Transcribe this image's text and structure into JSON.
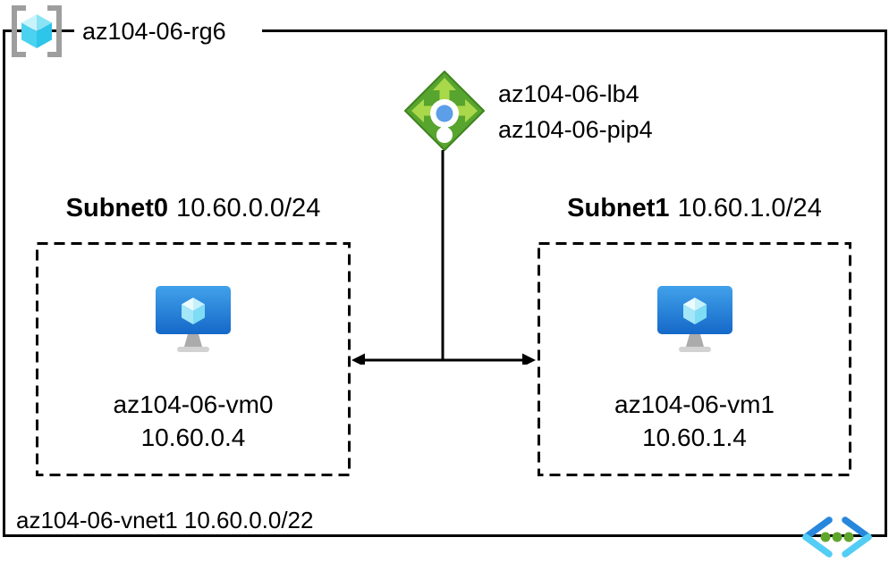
{
  "resource_group": {
    "label": "az104-06-rg6"
  },
  "load_balancer": {
    "name": "az104-06-lb4",
    "public_ip": "az104-06-pip4"
  },
  "virtual_network": {
    "label": "az104-06-vnet1 10.60.0.0/22"
  },
  "subnets": [
    {
      "name": "Subnet0",
      "cidr": "10.60.0.0/24",
      "vm_name": "az104-06-vm0",
      "vm_ip": "10.60.0.4"
    },
    {
      "name": "Subnet1",
      "cidr": "10.60.1.0/24",
      "vm_name": "az104-06-vm1",
      "vm_ip": "10.60.1.4"
    }
  ],
  "icons": {
    "resource_group": "resource-group-icon",
    "load_balancer": "load-balancer-icon",
    "virtual_machine": "virtual-machine-icon",
    "virtual_network": "virtual-network-icon"
  },
  "colors": {
    "ink": "#000000",
    "rg_bracket_gray": "#9E9E9E",
    "cube_light": "#C9F3FB",
    "cube_mid": "#89E3F4",
    "cube_deep": "#4AD2F0",
    "cube_deeper": "#2EC5EB",
    "lb_green": "#57A42E",
    "lb_green_dark": "#3F831F",
    "lb_arrow": "#A9D94B",
    "lb_dot_blue": "#5C9EE7",
    "vm_blue_top": "#41A1EA",
    "vm_blue_bottom": "#1568C8",
    "vm_cube_1": "#EAFBFE",
    "vm_cube_2": "#C6F1FB",
    "vm_cube_3": "#A3E7F8",
    "vm_cube_4": "#7EDCF4",
    "stand_gray": "#ABABAB",
    "base_gray": "#D2D2D2",
    "vnet_blue_dark": "#2787DC",
    "vnet_blue_light": "#54CDF5",
    "vnet_dot_green": "#5FA62C"
  }
}
